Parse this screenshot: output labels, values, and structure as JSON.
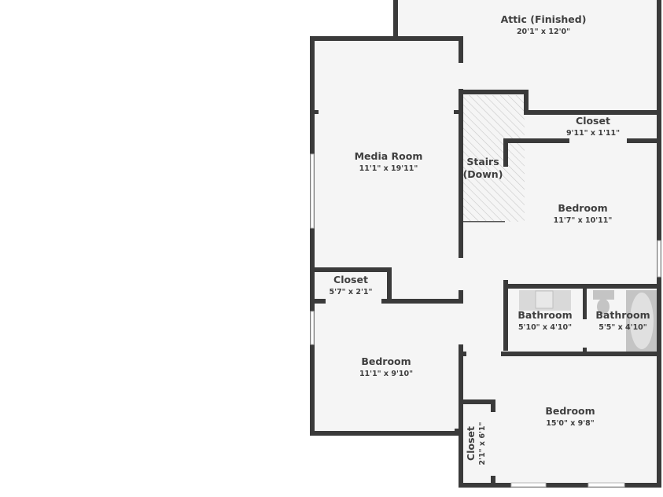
{
  "floorplan": {
    "colors": {
      "wall": "#3a3a3a",
      "floor": "#f5f5f5",
      "background": "#ffffff",
      "stairs_hatch": "#c8c8c8"
    },
    "rooms": [
      {
        "id": "attic",
        "name": "Attic (Finished)",
        "dimensions": "20'1\" x 12'0\""
      },
      {
        "id": "media-room",
        "name": "Media Room",
        "dimensions": "11'1\" x 19'11\""
      },
      {
        "id": "stairs",
        "name_line1": "Stairs",
        "name_line2": "(Down)"
      },
      {
        "id": "closet-top",
        "name": "Closet",
        "dimensions": "9'11\" x 1'11\""
      },
      {
        "id": "bedroom-right",
        "name": "Bedroom",
        "dimensions": "11'7\" x 10'11\""
      },
      {
        "id": "closet-media",
        "name": "Closet",
        "dimensions": "5'7\" x 2'1\""
      },
      {
        "id": "bathroom-1",
        "name": "Bathroom",
        "dimensions": "5'10\" x 4'10\""
      },
      {
        "id": "bathroom-2",
        "name": "Bathroom",
        "dimensions": "5'5\" x 4'10\""
      },
      {
        "id": "bedroom-left",
        "name": "Bedroom",
        "dimensions": "11'1\" x 9'10\""
      },
      {
        "id": "bedroom-bottom",
        "name": "Bedroom",
        "dimensions": "15'0\" x 9'8\""
      },
      {
        "id": "closet-bottom",
        "name": "Closet",
        "dimensions": "2'1\" x 6'1\""
      }
    ]
  }
}
